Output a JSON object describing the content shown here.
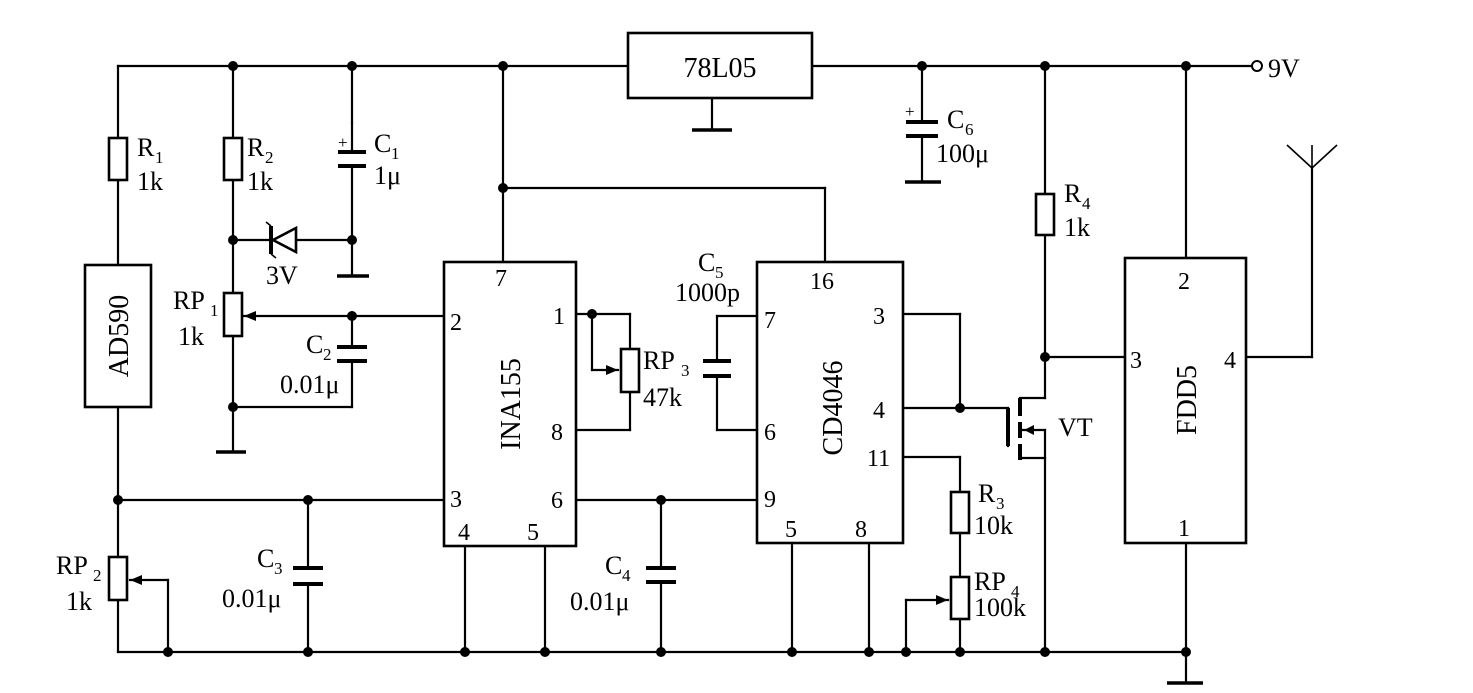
{
  "supply": {
    "label": "9V"
  },
  "ics": {
    "regulator": "78L05",
    "sensor": "AD590",
    "amplifier": "INA155",
    "vco": "CD4046",
    "transmitter": "FDD5"
  },
  "components": {
    "r1": {
      "name": "R",
      "sub": "1",
      "value": "1k"
    },
    "r2": {
      "name": "R",
      "sub": "2",
      "value": "1k"
    },
    "r3": {
      "name": "R",
      "sub": "3",
      "value": "10k"
    },
    "r4": {
      "name": "R",
      "sub": "4",
      "value": "1k"
    },
    "rp1": {
      "name": "RP",
      "sub": "1",
      "value": "1k"
    },
    "rp2": {
      "name": "RP",
      "sub": "2",
      "value": "1k"
    },
    "rp3": {
      "name": "RP",
      "sub": "3",
      "value": "47k"
    },
    "rp4": {
      "name": "RP",
      "sub": "4",
      "value": "100k"
    },
    "c1": {
      "name": "C",
      "sub": "1",
      "value": "1μ",
      "polarity": "+"
    },
    "c2": {
      "name": "C",
      "sub": "2",
      "value": "0.01μ"
    },
    "c3": {
      "name": "C",
      "sub": "3",
      "value": "0.01μ"
    },
    "c4": {
      "name": "C",
      "sub": "4",
      "value": "0.01μ"
    },
    "c5": {
      "name": "C",
      "sub": "5",
      "value": "1000p"
    },
    "c6": {
      "name": "C",
      "sub": "6",
      "value": "100μ",
      "polarity": "+"
    },
    "zener": {
      "value": "3V"
    },
    "transistor": {
      "name": "VT"
    }
  },
  "pins": {
    "ina155": {
      "p7": "7",
      "p2": "2",
      "p3": "3",
      "p4": "4",
      "p5": "5",
      "p1": "1",
      "p8": "8",
      "p6": "6"
    },
    "cd4046": {
      "p16": "16",
      "p7": "7",
      "p6": "6",
      "p9": "9",
      "p5": "5",
      "p8": "8",
      "p3": "3",
      "p4": "4",
      "p11": "11"
    },
    "fdd5": {
      "p2": "2",
      "p3": "3",
      "p4": "4",
      "p1": "1"
    }
  }
}
